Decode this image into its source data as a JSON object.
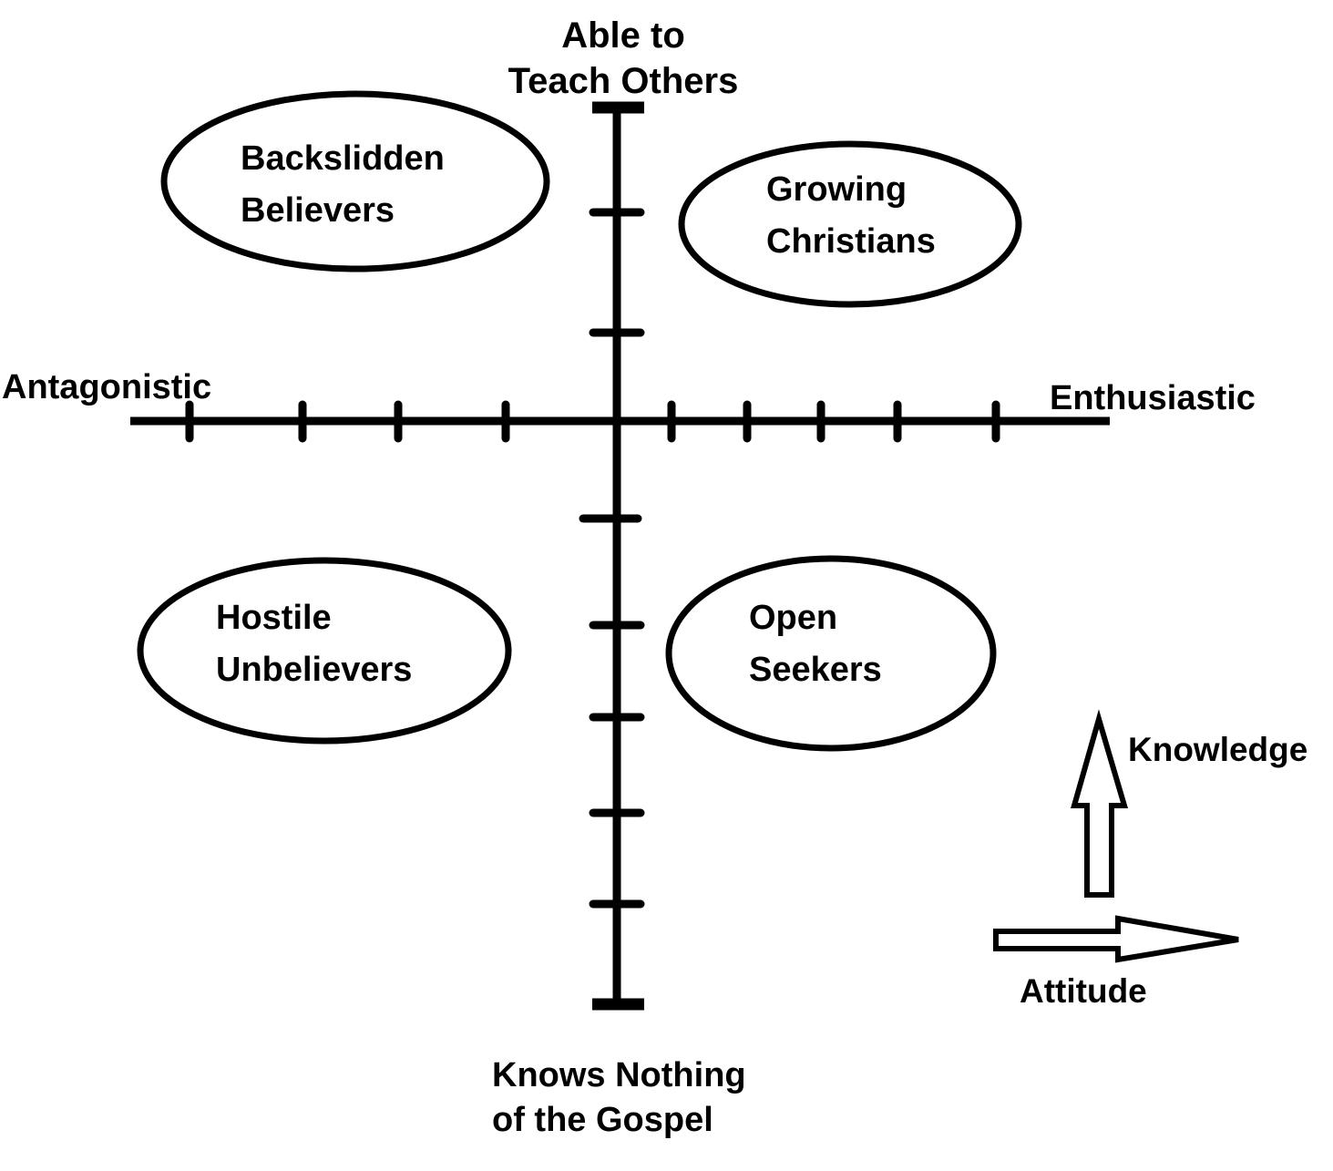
{
  "diagram": {
    "type": "quadrant-diagram",
    "colors": {
      "ink": "#000000",
      "background": "#ffffff"
    },
    "axes": {
      "y_top_label": "Able to\nTeach Others",
      "y_bottom_label": "Knows Nothing\nof the Gospel",
      "x_left_label": "Antagonistic",
      "x_right_label": "Enthusiastic"
    },
    "quadrants": [
      {
        "position": "top-left",
        "label": "Backslidden\nBelievers"
      },
      {
        "position": "top-right",
        "label": "Growing\nChristians"
      },
      {
        "position": "bottom-left",
        "label": "Hostile\nUnbelievers"
      },
      {
        "position": "bottom-right",
        "label": "Open\nSeekers"
      }
    ],
    "legend": {
      "up_arrow_label": "Knowledge",
      "right_arrow_label": "Attitude"
    }
  }
}
